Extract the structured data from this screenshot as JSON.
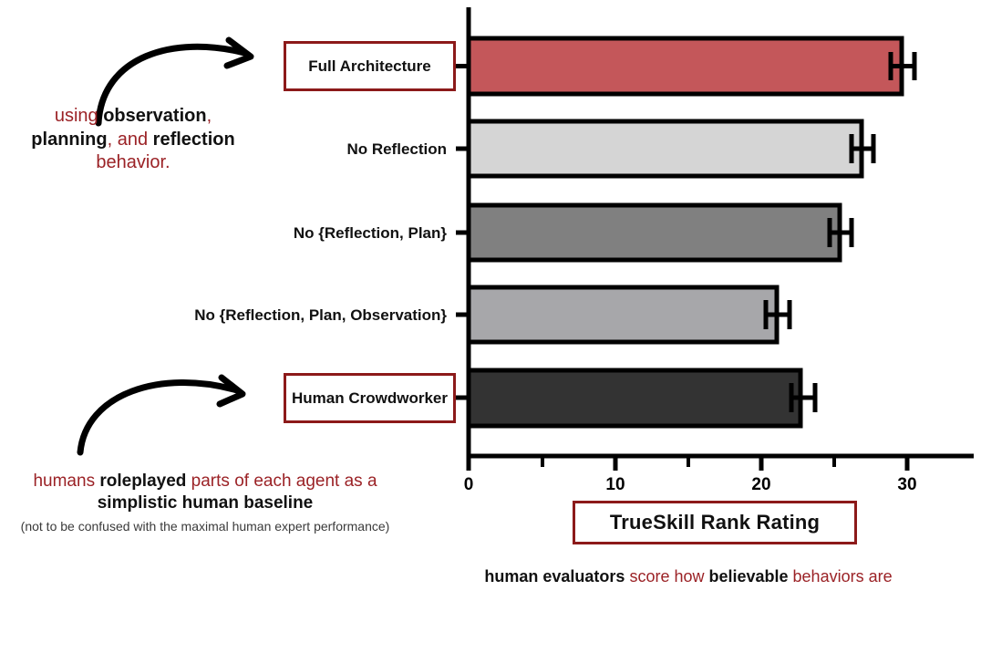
{
  "chart_data": {
    "type": "bar",
    "orientation": "horizontal",
    "title": "",
    "xlabel": "TrueSkill Rank Rating",
    "ylabel": "",
    "xlim": [
      0,
      33.5
    ],
    "xticks": [
      0,
      10,
      20,
      30
    ],
    "xtick_labels": [
      "0",
      "10",
      "20",
      "30"
    ],
    "minor_xticks": [
      5,
      15,
      25
    ],
    "grid": false,
    "legend": false,
    "categories": [
      "Full Architecture",
      "No Reflection",
      "No {Reflection, Plan}",
      "No {Reflection, Plan, Observation}",
      "Human Crowdworker"
    ],
    "values": [
      29.6,
      26.9,
      25.4,
      21.1,
      22.7
    ],
    "errors_low": [
      0.5,
      0.7,
      0.7,
      0.7,
      0.6
    ],
    "errors_high": [
      0.9,
      0.8,
      0.8,
      0.9,
      1.0
    ],
    "bar_colors": [
      "#c4575a",
      "#d5d5d5",
      "#808080",
      "#a7a7aa",
      "#333333"
    ],
    "bar_edge_color": "#000000"
  },
  "axis": {
    "title": "TrueSkill Rank Rating",
    "tick_0": "0",
    "tick_10": "10",
    "tick_20": "20",
    "tick_30": "30"
  },
  "categories": {
    "full_architecture": "Full Architecture",
    "no_reflection": "No Reflection",
    "no_reflection_plan": "No {Reflection, Plan}",
    "no_reflection_plan_observation": "No {Reflection, Plan, Observation}",
    "human_crowdworker": "Human Crowdworker"
  },
  "annotations": {
    "top": {
      "w1": "using ",
      "w2": "observation",
      "w3": ", ",
      "w4": "planning",
      "w5": ", and ",
      "w6": "reflection",
      "w7": " behavior."
    },
    "bottom": {
      "w1": "humans ",
      "w2": "roleplayed",
      "w3": " parts of each agent as a ",
      "w4": "simplistic human baseline",
      "note": "(not to be confused with the maximal human expert performance)"
    },
    "caption": {
      "w1": "human evaluators",
      "w2": " score how ",
      "w3": "believable",
      "w4": " behaviors are"
    }
  },
  "colors": {
    "accent_red": "#9b2226",
    "box_border": "#8c1a1a",
    "bar_red": "#c4575a",
    "axis_black": "#000000"
  }
}
